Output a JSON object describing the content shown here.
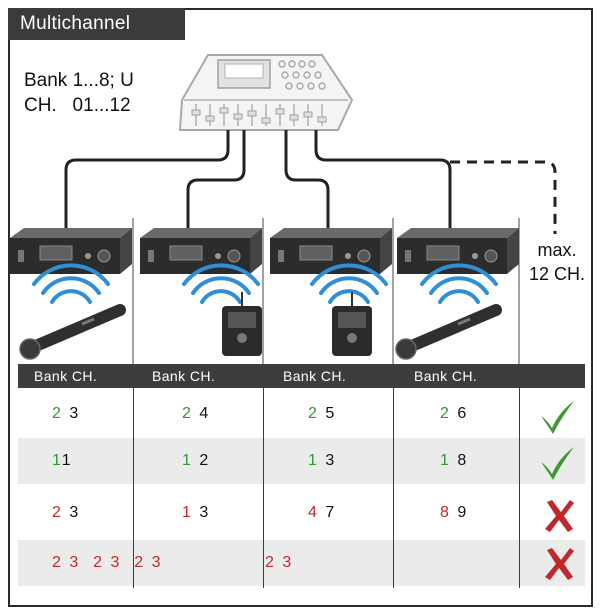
{
  "title": "Multichannel",
  "bank_info": {
    "line1": "Bank 1...8; U",
    "line2": "CH.   01...12"
  },
  "max_label": {
    "line1": "max.",
    "line2": "12 CH."
  },
  "column_header": {
    "bank": "Bank",
    "ch": "CH."
  },
  "rows": [
    {
      "cells": [
        {
          "bank": "2",
          "bank_color": "green",
          "ch": "3"
        },
        {
          "bank": "2",
          "bank_color": "green",
          "ch": "4"
        },
        {
          "bank": "2",
          "bank_color": "green",
          "ch": "5"
        },
        {
          "bank": "2",
          "bank_color": "green",
          "ch": "6"
        }
      ],
      "status": "check"
    },
    {
      "cells": [
        {
          "bank": "1",
          "bank_color": "green",
          "ch": "1"
        },
        {
          "bank": "1",
          "bank_color": "green",
          "ch": "2"
        },
        {
          "bank": "1",
          "bank_color": "green",
          "ch": "3"
        },
        {
          "bank": "1",
          "bank_color": "green",
          "ch": "8"
        }
      ],
      "status": "check"
    },
    {
      "cells": [
        {
          "bank": "2",
          "bank_color": "red",
          "ch": "3"
        },
        {
          "bank": "1",
          "bank_color": "red",
          "ch": "3"
        },
        {
          "bank": "4",
          "bank_color": "red",
          "ch": "7"
        },
        {
          "bank": "8",
          "bank_color": "red",
          "ch": "9"
        }
      ],
      "status": "cross"
    },
    {
      "fragments": [
        "2 3  2 3  2 3",
        "2 3"
      ],
      "status": "cross"
    }
  ],
  "colors": {
    "green": "#2a9a3a",
    "red": "#c0282d",
    "check": "#3c9a2e",
    "cross": "#c0282d",
    "header": "#3d3d3d",
    "stripe": "#ebebeb"
  }
}
